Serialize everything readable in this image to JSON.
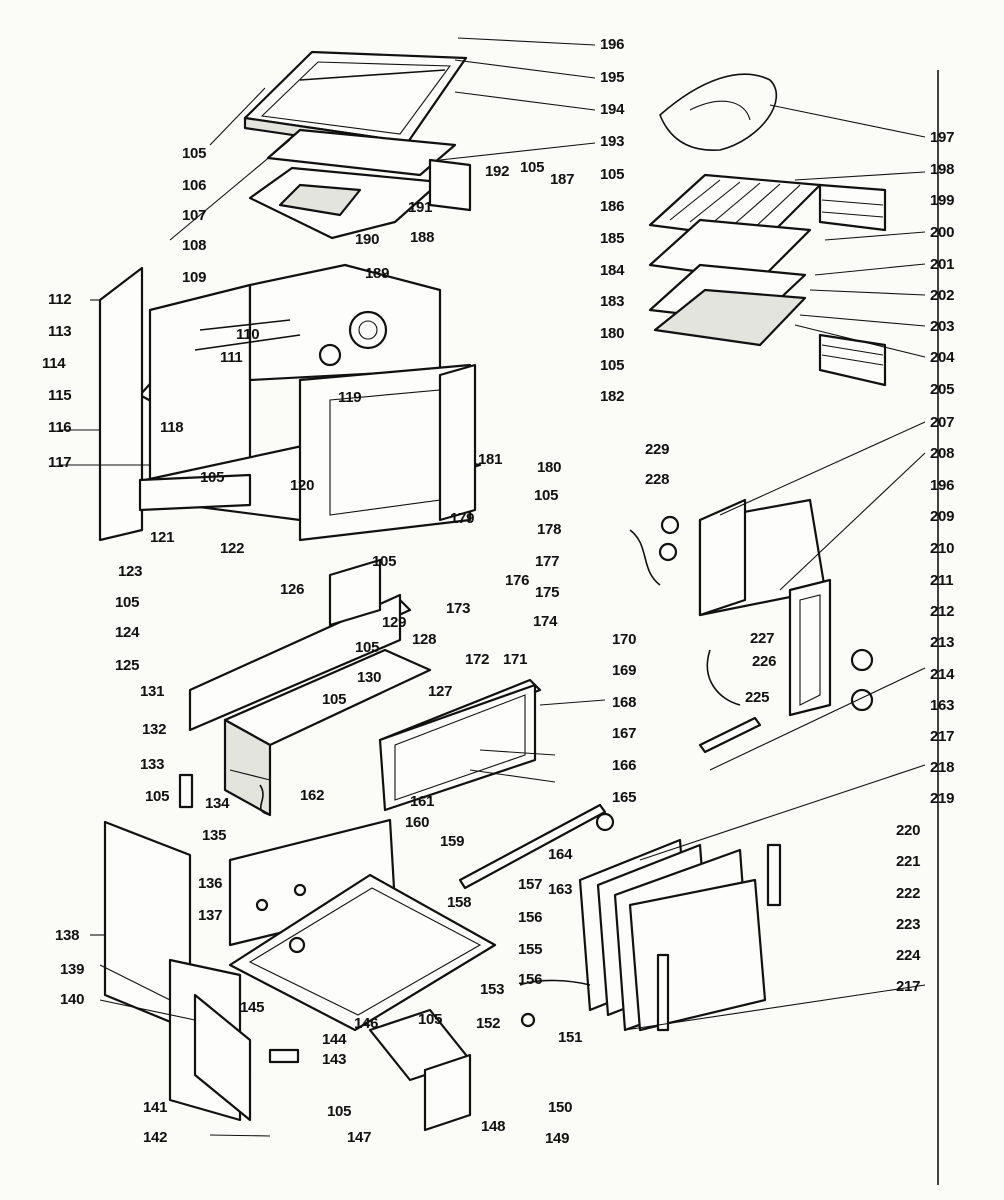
{
  "colors": {
    "ink": "#111111",
    "paper": "#fbfbf8"
  },
  "part_numbers": {
    "p105": "105",
    "p106": "106",
    "p107": "107",
    "p108": "108",
    "p109": "109",
    "p110": "110",
    "p111": "111",
    "p112": "112",
    "p113": "113",
    "p114": "114",
    "p115": "115",
    "p116": "116",
    "p117": "117",
    "p118": "118",
    "p119": "119",
    "p120": "120",
    "p121": "121",
    "p122": "122",
    "p123": "123",
    "p124": "124",
    "p125": "125",
    "p126": "126",
    "p127": "127",
    "p128": "128",
    "p129": "129",
    "p130": "130",
    "p131": "131",
    "p132": "132",
    "p133": "133",
    "p134": "134",
    "p135": "135",
    "p136": "136",
    "p137": "137",
    "p138": "138",
    "p139": "139",
    "p140": "140",
    "p141": "141",
    "p142": "142",
    "p143": "143",
    "p144": "144",
    "p145": "145",
    "p146": "146",
    "p147": "147",
    "p148": "148",
    "p149": "149",
    "p150": "150",
    "p151": "151",
    "p152": "152",
    "p153": "153",
    "p155": "155",
    "p156": "156",
    "p157": "157",
    "p158": "158",
    "p159": "159",
    "p160": "160",
    "p161": "161",
    "p162": "162",
    "p163": "163",
    "p164": "164",
    "p165": "165",
    "p166": "166",
    "p167": "167",
    "p168": "168",
    "p169": "169",
    "p170": "170",
    "p171": "171",
    "p172": "172",
    "p173": "173",
    "p174": "174",
    "p175": "175",
    "p176": "176",
    "p177": "177",
    "p178": "178",
    "p179": "179",
    "p180": "180",
    "p181": "181",
    "p182": "182",
    "p183": "183",
    "p184": "184",
    "p185": "185",
    "p186": "186",
    "p187": "187",
    "p188": "188",
    "p189": "189",
    "p190": "190",
    "p191": "191",
    "p192": "192",
    "p193": "193",
    "p194": "194",
    "p195": "195",
    "p196": "196",
    "p197": "197",
    "p198": "198",
    "p199": "199",
    "p200": "200",
    "p201": "201",
    "p202": "202",
    "p203": "203",
    "p204": "204",
    "p205": "205",
    "p207": "207",
    "p208": "208",
    "p209": "209",
    "p210": "210",
    "p211": "211",
    "p212": "212",
    "p213": "213",
    "p214": "214",
    "p217": "217",
    "p218": "218",
    "p219": "219",
    "p220": "220",
    "p221": "221",
    "p222": "222",
    "p223": "223",
    "p224": "224",
    "p225": "225",
    "p226": "226",
    "p227": "227",
    "p228": "228",
    "p229": "229"
  }
}
